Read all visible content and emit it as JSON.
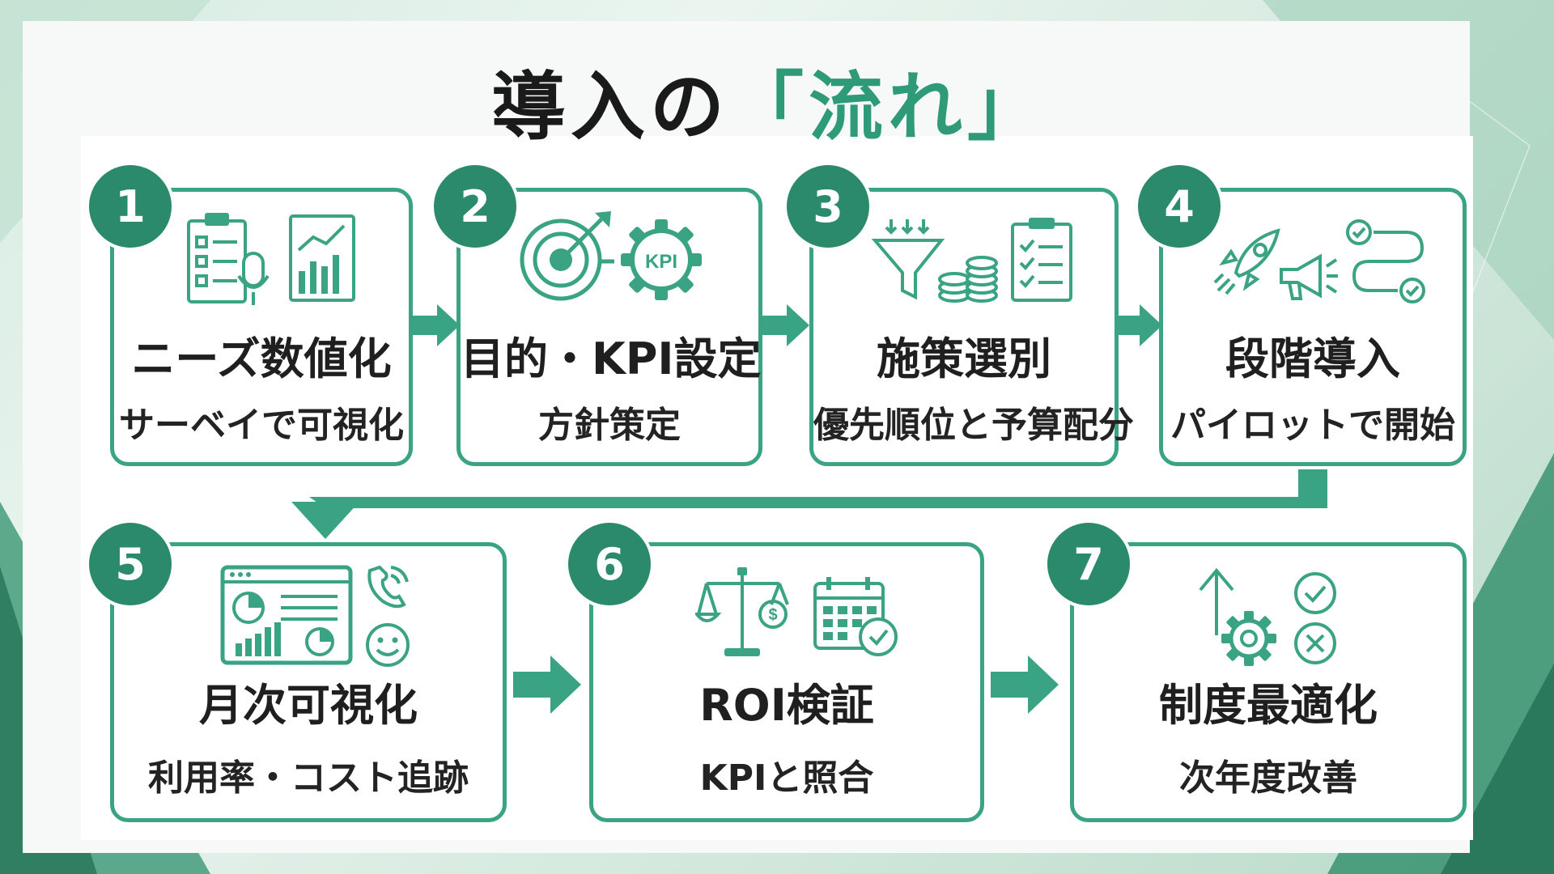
{
  "title": {
    "main": "導入の",
    "accent": "「流れ」"
  },
  "steps": [
    {
      "number": "1",
      "heading": "ニーズ数値化",
      "sub": "サーベイで可視化"
    },
    {
      "number": "2",
      "heading": "目的・KPI設定",
      "sub": "方針策定"
    },
    {
      "number": "3",
      "heading": "施策選別",
      "sub": "優先順位と予算配分"
    },
    {
      "number": "4",
      "heading": "段階導入",
      "sub": "パイロットで開始"
    },
    {
      "number": "5",
      "heading": "月次可視化",
      "sub": "利用率・コスト追跡"
    },
    {
      "number": "6",
      "heading": "ROI検証",
      "sub": "KPIと照合"
    },
    {
      "number": "7",
      "heading": "制度最適化",
      "sub": "次年度改善"
    }
  ],
  "icon_labels": {
    "kpi_gear": "KPI"
  },
  "colors": {
    "accent": "#3aa383",
    "badge": "#2b8a6b",
    "title_accent": "#2e9a78"
  },
  "icons": [
    "clipboard-checklist-icon",
    "microphone-icon",
    "bar-chart-icon",
    "target-icon",
    "kpi-gear-icon",
    "funnel-icon",
    "coins-icon",
    "checklist-icon",
    "rocket-icon",
    "megaphone-icon",
    "workflow-icon",
    "dashboard-icon",
    "phone-icon",
    "smiley-icon",
    "balance-scale-icon",
    "calendar-check-icon",
    "up-arrow-icon",
    "gear-icon",
    "check-circle-icon",
    "x-circle-icon"
  ]
}
